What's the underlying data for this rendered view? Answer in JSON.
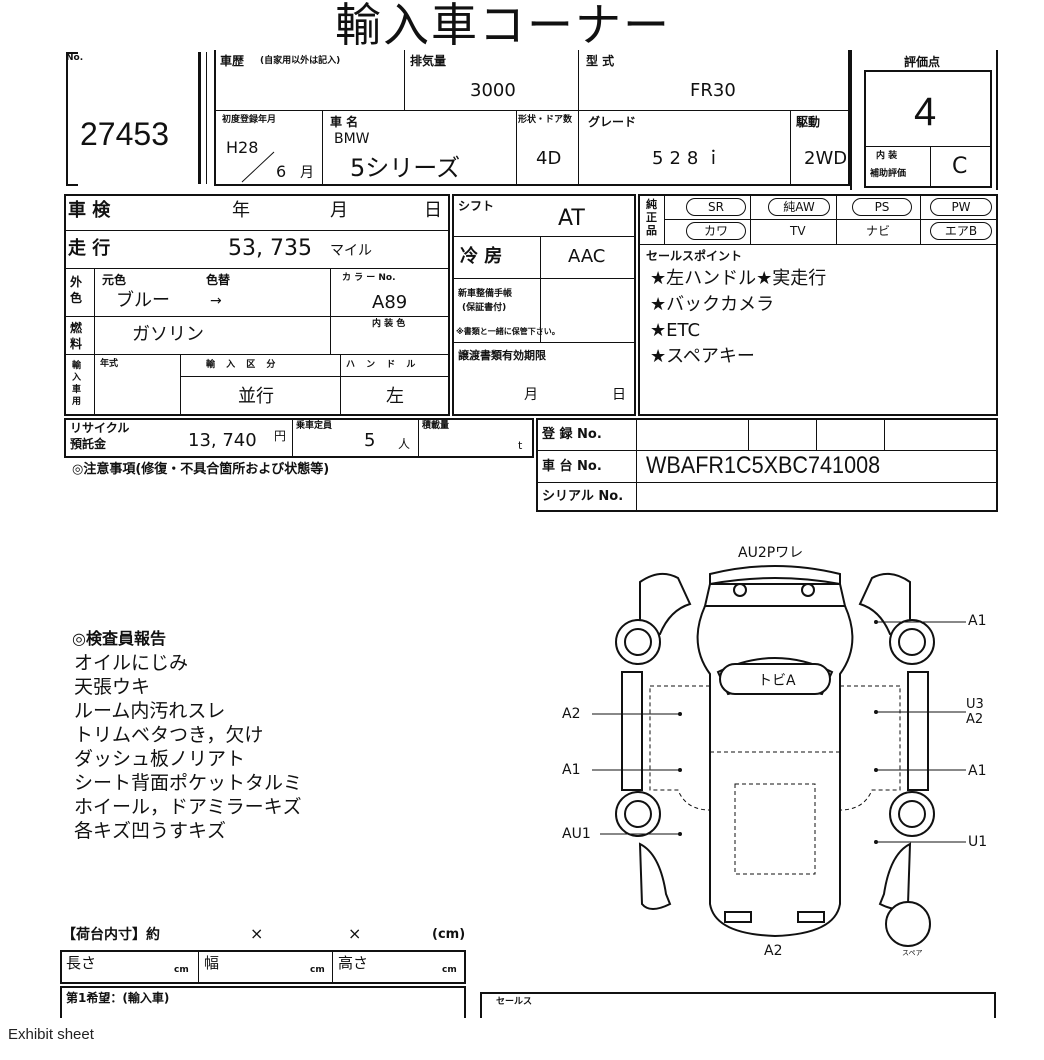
{
  "title": "輸入車コーナー",
  "lot": {
    "label": "No.",
    "number": "27453"
  },
  "history": {
    "label": "車歴",
    "note": "(自家用以外は記入)"
  },
  "displacement": {
    "label": "排気量",
    "value": "3000"
  },
  "model_type": {
    "label": "型 式",
    "value": "FR30"
  },
  "score": {
    "label": "評価点",
    "value": "4",
    "interior_label_1": "内 装",
    "interior_label_2": "補助評価",
    "interior_value": "C"
  },
  "first_reg": {
    "label": "初度登録年月",
    "era": "H28",
    "month_num": "6",
    "month_unit": "月"
  },
  "car_name": {
    "label": "車 名",
    "maker": "BMW",
    "series": "5シリーズ"
  },
  "doors": {
    "label": "形状・ドア数",
    "value": "4D"
  },
  "grade": {
    "label": "グレード",
    "value": "528ｉ"
  },
  "drive": {
    "label": "駆動",
    "value": "2WD"
  },
  "shaken": {
    "label": "車 検",
    "year": "年",
    "month": "月",
    "day": "日"
  },
  "shift": {
    "label": "シフト",
    "value": "AT"
  },
  "equipment": {
    "label": "純正品",
    "items": [
      "SR",
      "純AW",
      "PS",
      "PW",
      "カワ",
      "TV",
      "ナビ",
      "エアB"
    ]
  },
  "mileage": {
    "label": "走 行",
    "value": "53, 735",
    "unit": "マイル"
  },
  "aircon": {
    "label": "冷 房",
    "value": "AAC"
  },
  "sales_points": {
    "label": "セールスポイント",
    "items": [
      "★左ハンドル★実走行",
      "★バックカメラ",
      "★ETC",
      "★スペアキー"
    ]
  },
  "exterior_color": {
    "label": "外色",
    "orig_label": "元色",
    "change_label": "色替",
    "value": "ブルー",
    "arrow": "→",
    "code_label": "カ ラ ー No.",
    "code": "A89"
  },
  "warranty": {
    "label1": "新車整備手帳",
    "label2": "(保証書付)",
    "note": "※書類と一緒に保管下さい。"
  },
  "fuel": {
    "label": "燃料",
    "value": "ガソリン",
    "interior_color_label": "内 装 色"
  },
  "import": {
    "label": "輸入車用",
    "year_label": "年式",
    "type_label": "輸 入 区 分",
    "type_value": "並行",
    "handle_label": "ハ ン ド ル",
    "handle_value": "左"
  },
  "transfer": {
    "label": "譲渡書類有効期限",
    "month": "月",
    "day": "日"
  },
  "recycle": {
    "label1": "リサイクル",
    "label2": "預託金",
    "value": "13, 740",
    "unit": "円"
  },
  "capacity": {
    "label": "乗車定員",
    "value": "5",
    "unit": "人"
  },
  "load": {
    "label": "積載量",
    "unit": "t"
  },
  "registration": {
    "label": "登 録 No.",
    "vin_label": "車 台 No.",
    "vin": "WBAFR1C5XBC741008",
    "serial_label": "シリアル No."
  },
  "notice": {
    "label": "◎注意事項(修復・不具合箇所および状態等)"
  },
  "inspector": {
    "heading": "◎検査員報告",
    "lines": [
      "オイルにじみ",
      "天張ウキ",
      "ルーム内汚れスレ",
      "トリムベタつき，欠け",
      "ダッシュ板ノリアト",
      "シート背面ポケットタルミ",
      "ホイール，ドアミラーキズ",
      "各キズ凹うすキズ"
    ]
  },
  "cargo": {
    "label": "【荷台内寸】約",
    "x1": "×",
    "x2": "×",
    "unit": "(cm)",
    "length_label": "長さ",
    "width_label": "幅",
    "height_label": "高さ",
    "cm": "cm",
    "next_line": "第1希望：(輸入車)"
  },
  "diagram": {
    "top": "AU2Pワレ",
    "roof": "トビA",
    "right_labels": [
      "A1",
      "U3",
      "A2",
      "A1",
      "U1"
    ],
    "left_labels": [
      "A2",
      "A1",
      "AU1"
    ],
    "bottom": "A2",
    "spare": "スペア"
  },
  "bottom_box": {
    "label": "セールス"
  },
  "caption": "Exhibit sheet"
}
